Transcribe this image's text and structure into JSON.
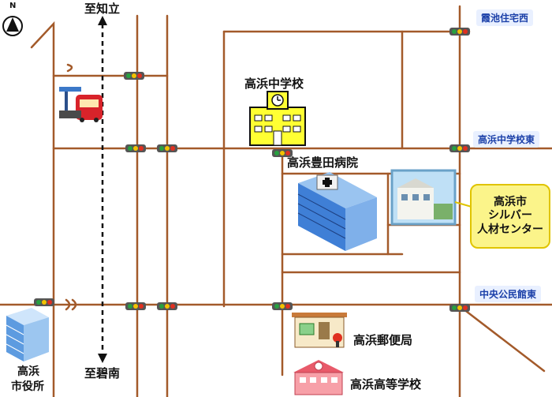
{
  "north_label": "N",
  "directions": {
    "to_chiryu": "至知立",
    "to_hekinan": "至碧南"
  },
  "road_labels": {
    "kaike": "霞池住宅西",
    "jhs_east": "高浜中学校東",
    "civic_east": "中央公民館東"
  },
  "landmarks": {
    "jhs": "高浜中学校",
    "hospital": "高浜豊田病院",
    "city_hall_line1": "高浜",
    "city_hall_line2": "市役所",
    "post_office": "高浜郵便局",
    "high_school": "高浜高等学校"
  },
  "center": {
    "line1": "高浜市",
    "line2": "シルバー",
    "line3": "人材センター"
  },
  "colors": {
    "road": "#a35a2a",
    "badge_bg": "#e9f0ff",
    "badge_text": "#1a3fa8",
    "callout_bg": "#fbf48a",
    "school_yellow": "#ffff33",
    "hospital_blue": "#3f7fd6",
    "signal_red": "#e03020",
    "signal_yellow": "#f2c200",
    "signal_green": "#27a040"
  }
}
